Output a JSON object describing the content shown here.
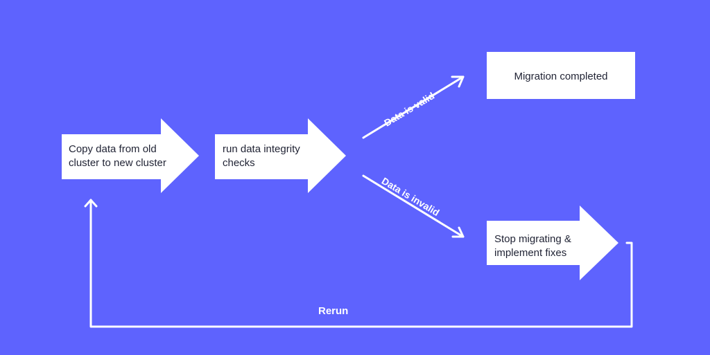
{
  "colors": {
    "background": "#5E63FE",
    "shape_fill": "#FFFFFF",
    "text": "#1F2233",
    "connector": "#FFFFFF"
  },
  "steps": {
    "copy": "Copy data from old\ncluster to new cluster",
    "check": "run data integrity\nchecks",
    "completed": "Migration completed",
    "stop": "Stop migrating &\nimplement fixes"
  },
  "edges": {
    "valid": "Data is valid",
    "invalid": "Data is invalid",
    "rerun": "Rerun"
  }
}
